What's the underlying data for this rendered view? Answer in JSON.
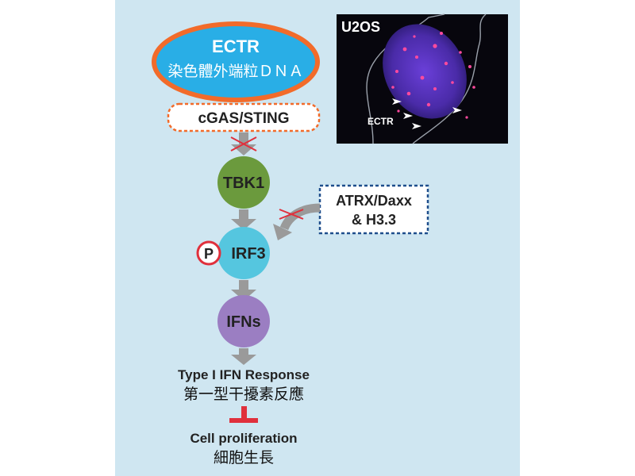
{
  "ectr": {
    "title": "ECTR",
    "subtitle": "染色體外端粒ＤＮＡ"
  },
  "sensor": {
    "label": "cGAS/STING"
  },
  "nodes": {
    "tbk1": "TBK1",
    "irf3": "IRF3",
    "ifns": "IFNs",
    "phospho": "P"
  },
  "inhibitor": {
    "line1": "ATRX/Daxx",
    "line2": "& H3.3"
  },
  "micrograph": {
    "title": "U2OS",
    "ectr_label": "ECTR"
  },
  "response": {
    "en": "Type I IFN Response",
    "zh": "第一型干擾素反應"
  },
  "outcome": {
    "en": "Cell proliferation",
    "zh": "細胞生長"
  },
  "colors": {
    "panel": "#cfe6f1",
    "ectr_fill": "#29aee6",
    "ectr_border": "#f26b2a",
    "tbk1": "#6b9a3d",
    "irf3": "#55c6df",
    "ifns": "#9b7ec2",
    "inhibit_red": "#e0303c",
    "dashed_blue": "#1f4e8c",
    "arrow_gray": "#9a9a9a"
  }
}
